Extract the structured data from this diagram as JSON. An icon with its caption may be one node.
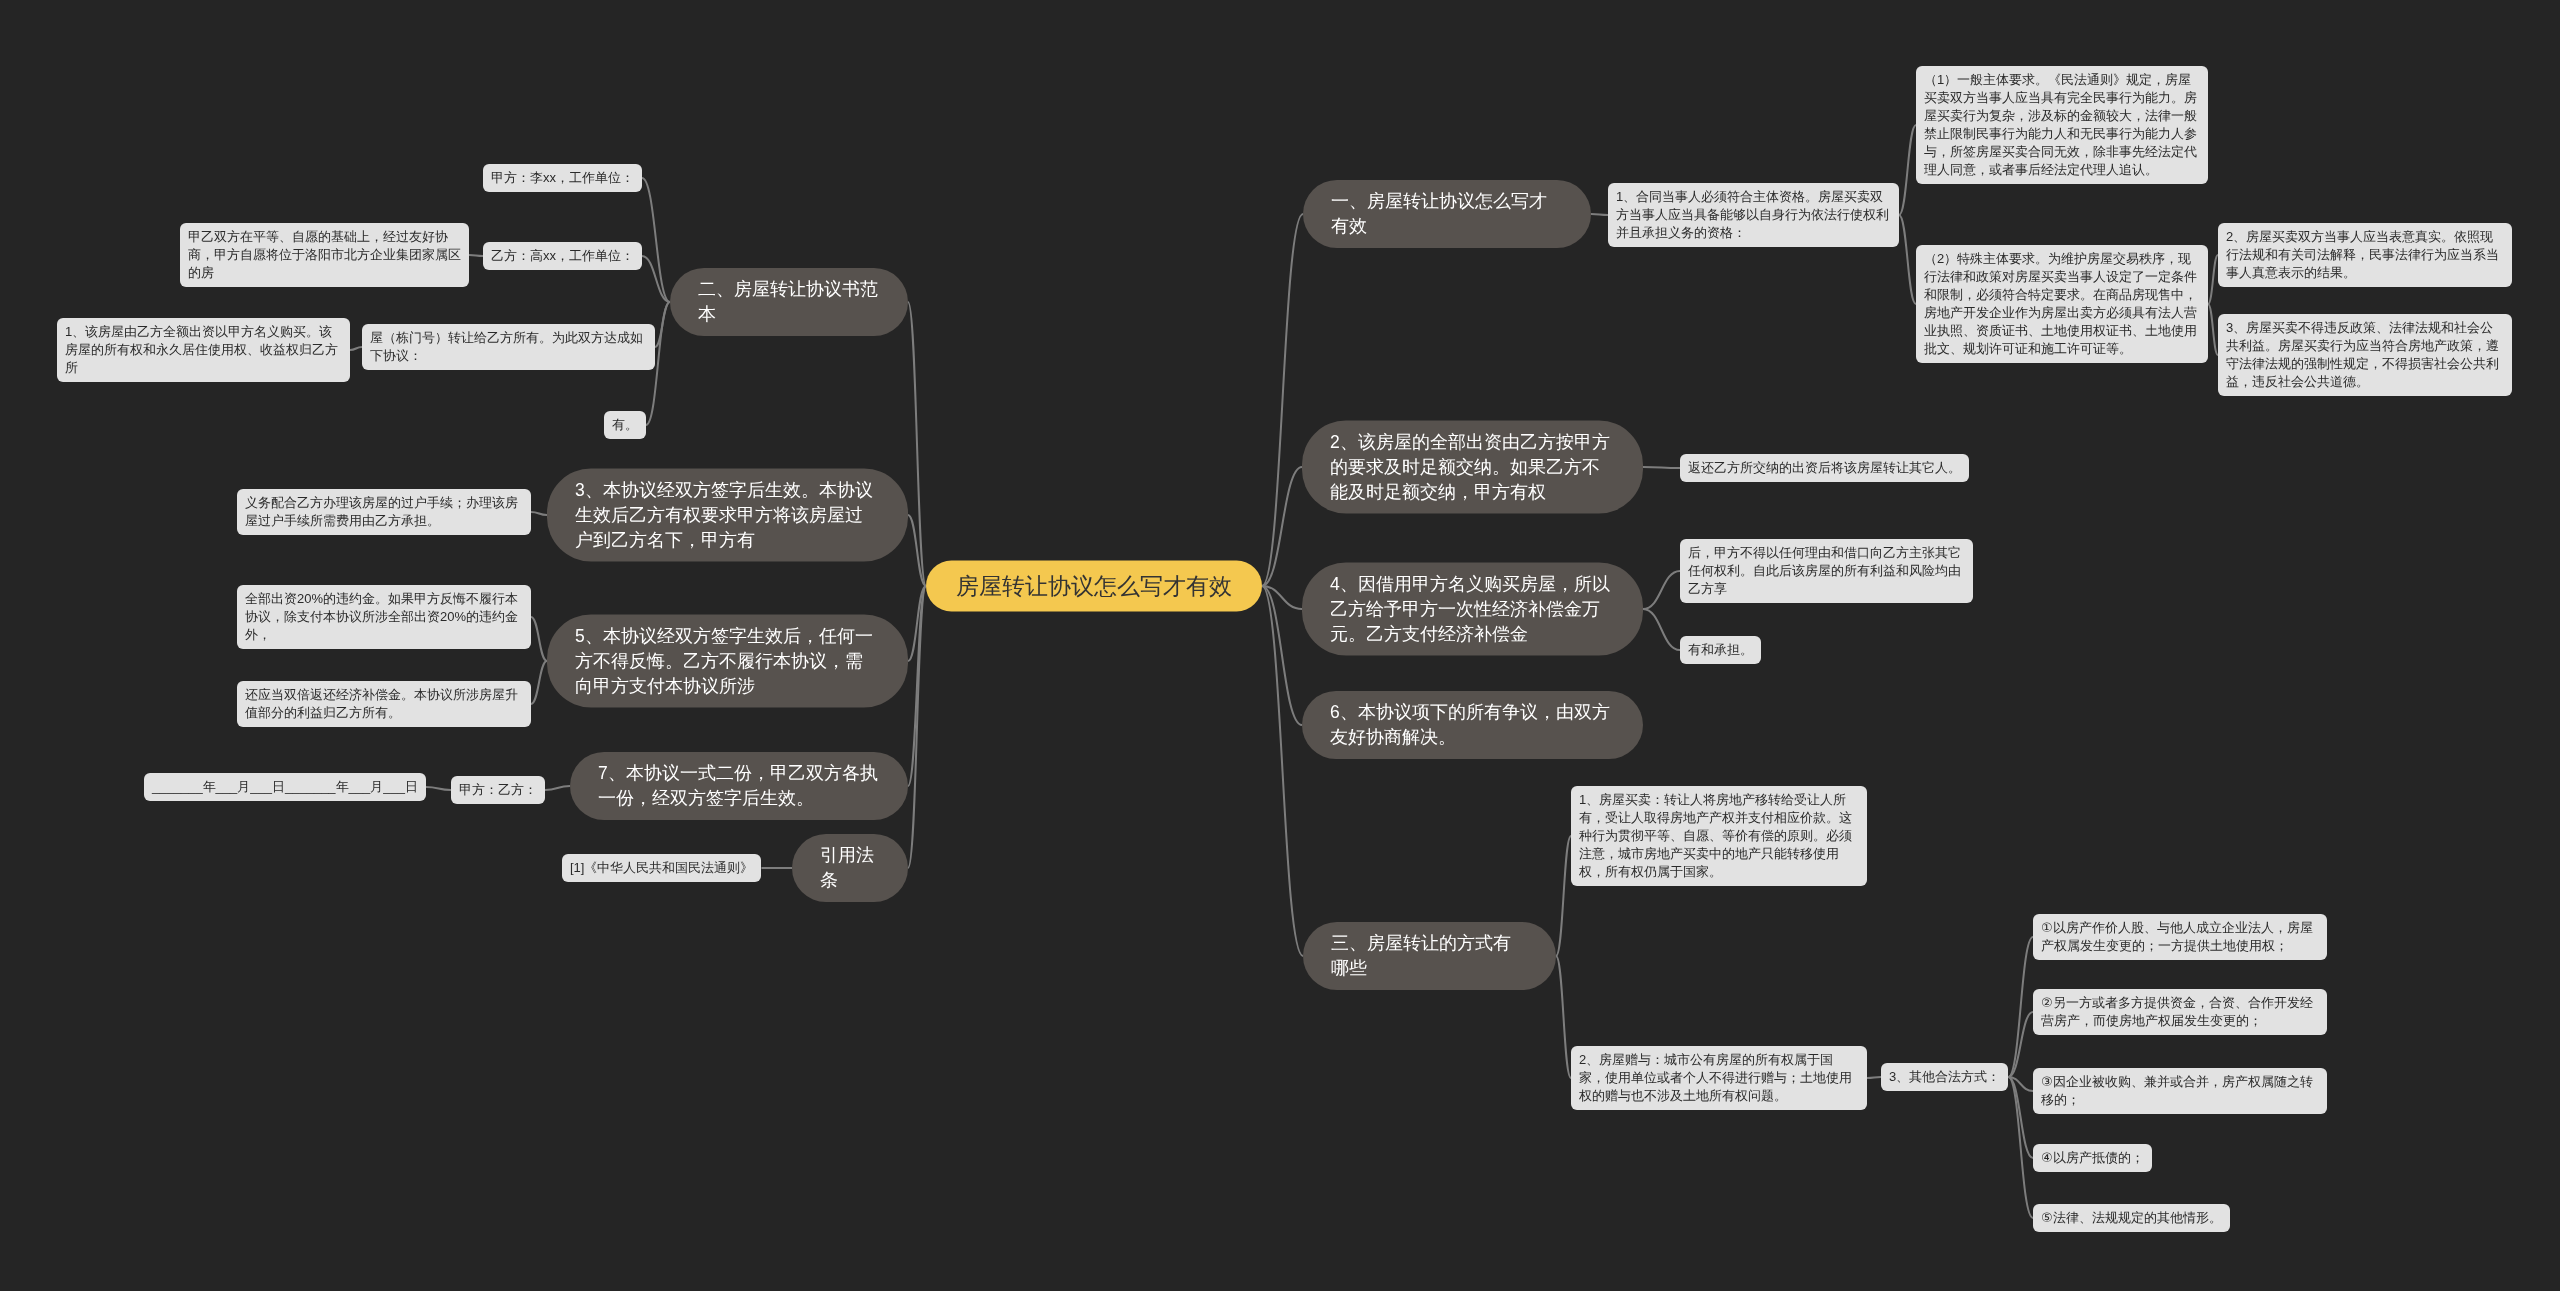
{
  "diagram": {
    "nodes": [
      {
        "text": [
          "房屋转让协议怎么写才有效"
        ]
      },
      {
        "text": [
          "一、房屋转让协议怎么写才有效"
        ]
      },
      {
        "text": [
          "1、合同当事人必须符合主体资格。房屋买卖双方当事人应当具备能够以自身行为依法行使权利并且承担义务的资格："
        ]
      },
      {
        "text": [
          "（1）一般主体要求。《民法通则》规定，房屋买卖双方当事人应当具有完全民事行为能力。房屋买卖行为复杂，涉及标的金额较大，法律一般禁止限制民事行为能力人和无民事行为能力人参与，所签房屋买卖合同无效，除非事先经法定代理人同意，或者事后经法定代理人追认。"
        ]
      },
      {
        "text": [
          "（2）特殊主体要求。为维护房屋交易秩序，现行法律和政策对房屋买卖当事人设定了一定条件和限制，必须符合特定要求。在商品房现售中，房地产开发企业作为房屋出卖方必须具有法人营业执照、资质证书、土地使用权证书、土地使用批文、规划许可证和施工许可证等。"
        ]
      },
      {
        "text": [
          "2、房屋买卖双方当事人应当表意真实。依照现行法规和有关司法解释，民事法律行为应当系当事人真意表示的结果。"
        ]
      },
      {
        "text": [
          "3、房屋买卖不得违反政策、法律法规和社会公共利益。房屋买卖行为应当符合房地产政策，遵守法律法规的强制性规定，不得损害社会公共利益，违反社会公共道德。"
        ]
      },
      {
        "text": [
          "2、该房屋的全部出资由乙方按甲方的要求及时足额交纳。如果乙方不能及时足额交纳，甲方有权"
        ]
      },
      {
        "text": [
          "返还乙方所交纳的出资后将该房屋转让其它人。"
        ]
      },
      {
        "text": [
          "4、因借用甲方名义购买房屋，所以乙方给予甲方一次性经济补偿金万元。乙方支付经济补偿金"
        ]
      },
      {
        "text": [
          "后，甲方不得以任何理由和借口向乙方主张其它任何权利。自此后该房屋的所有利益和风险均由乙方享"
        ]
      },
      {
        "text": [
          "有和承担。"
        ]
      },
      {
        "text": [
          "6、本协议项下的所有争议，由双方友好协商解决。"
        ]
      },
      {
        "text": [
          "三、房屋转让的方式有哪些"
        ]
      },
      {
        "text": [
          "1、房屋买卖：转让人将房地产移转给受让人所有，受让人取得房地产产权并支付相应价款。这种行为贯彻平等、自愿、等价有偿的原则。必须注意，城市房地产买卖中的地产只能转移使用权，所有权仍属于国家。"
        ]
      },
      {
        "text": [
          "2、房屋赠与：城市公有房屋的所有权属于国家，使用单位或者个人不得进行赠与；土地使用权的赠与也不涉及土地所有权问题。"
        ]
      },
      {
        "text": [
          "3、其他合法方式："
        ]
      },
      {
        "text": [
          "①以房产作价人股、与他人成立企业法人，房屋产权属发生变更的；一方提供土地使用权；"
        ]
      },
      {
        "text": [
          "②另一方或者多方提供资金，合资、合作开发经营房产，而使房地产权届发生变更的；"
        ]
      },
      {
        "text": [
          "③因企业被收购、兼并或合并，房产权属随之转移的；"
        ]
      },
      {
        "text": [
          "④以房产抵债的；"
        ]
      },
      {
        "text": [
          "⑤法律、法规规定的其他情形。"
        ]
      },
      {
        "text": [
          "二、房屋转让协议书范本"
        ]
      },
      {
        "text": [
          "甲方：李xx，工作单位："
        ]
      },
      {
        "text": [
          "乙方：高xx，工作单位："
        ]
      },
      {
        "text": [
          "甲乙双方在平等、自愿的基础上，经过友好协商，甲方自愿将位于洛阳市北方企业集团家属区的房"
        ]
      },
      {
        "text": [
          "屋（栋门号）转让给乙方所有。为此双方达成如下协议："
        ]
      },
      {
        "text": [
          "1、该房屋由乙方全额出资以甲方名义购买。该房屋的所有权和永久居住使用权、收益权归乙方所"
        ]
      },
      {
        "text": [
          "有。"
        ]
      },
      {
        "text": [
          "3、本协议经双方签字后生效。本协议生效后乙方有权要求甲方将该房屋过户到乙方名下，甲方有"
        ]
      },
      {
        "text": [
          "义务配合乙方办理该房屋的过户手续；办理该房屋过户手续所需费用由乙方承担。"
        ]
      },
      {
        "text": [
          "5、本协议经双方签字生效后，任何一方不得反悔。乙方不履行本协议，需向甲方支付本协议所涉"
        ]
      },
      {
        "text": [
          "全部出资20%的违约金。如果甲方反悔不履行本协议，除支付本协议所涉全部出资20%的违约金外，"
        ]
      },
      {
        "text": [
          "还应当双倍返还经济补偿金。本协议所涉房屋升值部分的利益归乙方所有。"
        ]
      },
      {
        "text": [
          "7、本协议一式二份，甲乙双方各执一份，经双方签字后生效。"
        ]
      },
      {
        "text": [
          "甲方：乙方："
        ]
      },
      {
        "text": [
          "_______年___月___日_______年___月___日"
        ]
      },
      {
        "text": [
          "引用法条"
        ]
      },
      {
        "text": [
          "[1]《中华人民共和国民法通则》"
        ]
      }
    ],
    "edges": [
      {
        "from": 0,
        "to": 1,
        "arrow": "none"
      },
      {
        "from": 1,
        "to": 2,
        "arrow": "none"
      },
      {
        "from": 2,
        "to": 3,
        "arrow": "none"
      },
      {
        "from": 2,
        "to": 4,
        "arrow": "none"
      },
      {
        "from": 4,
        "to": 5,
        "arrow": "none"
      },
      {
        "from": 4,
        "to": 6,
        "arrow": "none"
      },
      {
        "from": 0,
        "to": 7,
        "arrow": "none"
      },
      {
        "from": 7,
        "to": 8,
        "arrow": "none"
      },
      {
        "from": 0,
        "to": 9,
        "arrow": "none"
      },
      {
        "from": 9,
        "to": 10,
        "arrow": "none"
      },
      {
        "from": 9,
        "to": 11,
        "arrow": "none"
      },
      {
        "from": 0,
        "to": 12,
        "arrow": "none"
      },
      {
        "from": 0,
        "to": 13,
        "arrow": "none"
      },
      {
        "from": 13,
        "to": 14,
        "arrow": "none"
      },
      {
        "from": 13,
        "to": 15,
        "arrow": "none"
      },
      {
        "from": 15,
        "to": 16,
        "arrow": "none"
      },
      {
        "from": 16,
        "to": 17,
        "arrow": "none"
      },
      {
        "from": 16,
        "to": 18,
        "arrow": "none"
      },
      {
        "from": 16,
        "to": 19,
        "arrow": "none"
      },
      {
        "from": 16,
        "to": 20,
        "arrow": "none"
      },
      {
        "from": 16,
        "to": 21,
        "arrow": "none"
      },
      {
        "from": 0,
        "to": 22,
        "arrow": "none"
      },
      {
        "from": 22,
        "to": 23,
        "arrow": "none"
      },
      {
        "from": 22,
        "to": 24,
        "arrow": "none"
      },
      {
        "from": 24,
        "to": 25,
        "arrow": "none"
      },
      {
        "from": 22,
        "to": 26,
        "arrow": "none"
      },
      {
        "from": 26,
        "to": 27,
        "arrow": "none"
      },
      {
        "from": 22,
        "to": 28,
        "arrow": "none"
      },
      {
        "from": 0,
        "to": 29,
        "arrow": "none"
      },
      {
        "from": 29,
        "to": 30,
        "arrow": "none"
      },
      {
        "from": 0,
        "to": 31,
        "arrow": "none"
      },
      {
        "from": 31,
        "to": 32,
        "arrow": "none"
      },
      {
        "from": 31,
        "to": 33,
        "arrow": "none"
      },
      {
        "from": 0,
        "to": 34,
        "arrow": "none"
      },
      {
        "from": 34,
        "to": 35,
        "arrow": "none"
      },
      {
        "from": 35,
        "to": 36,
        "arrow": "none"
      },
      {
        "from": 0,
        "to": 37,
        "arrow": "none"
      },
      {
        "from": 37,
        "to": 38,
        "arrow": "none"
      }
    ]
  }
}
